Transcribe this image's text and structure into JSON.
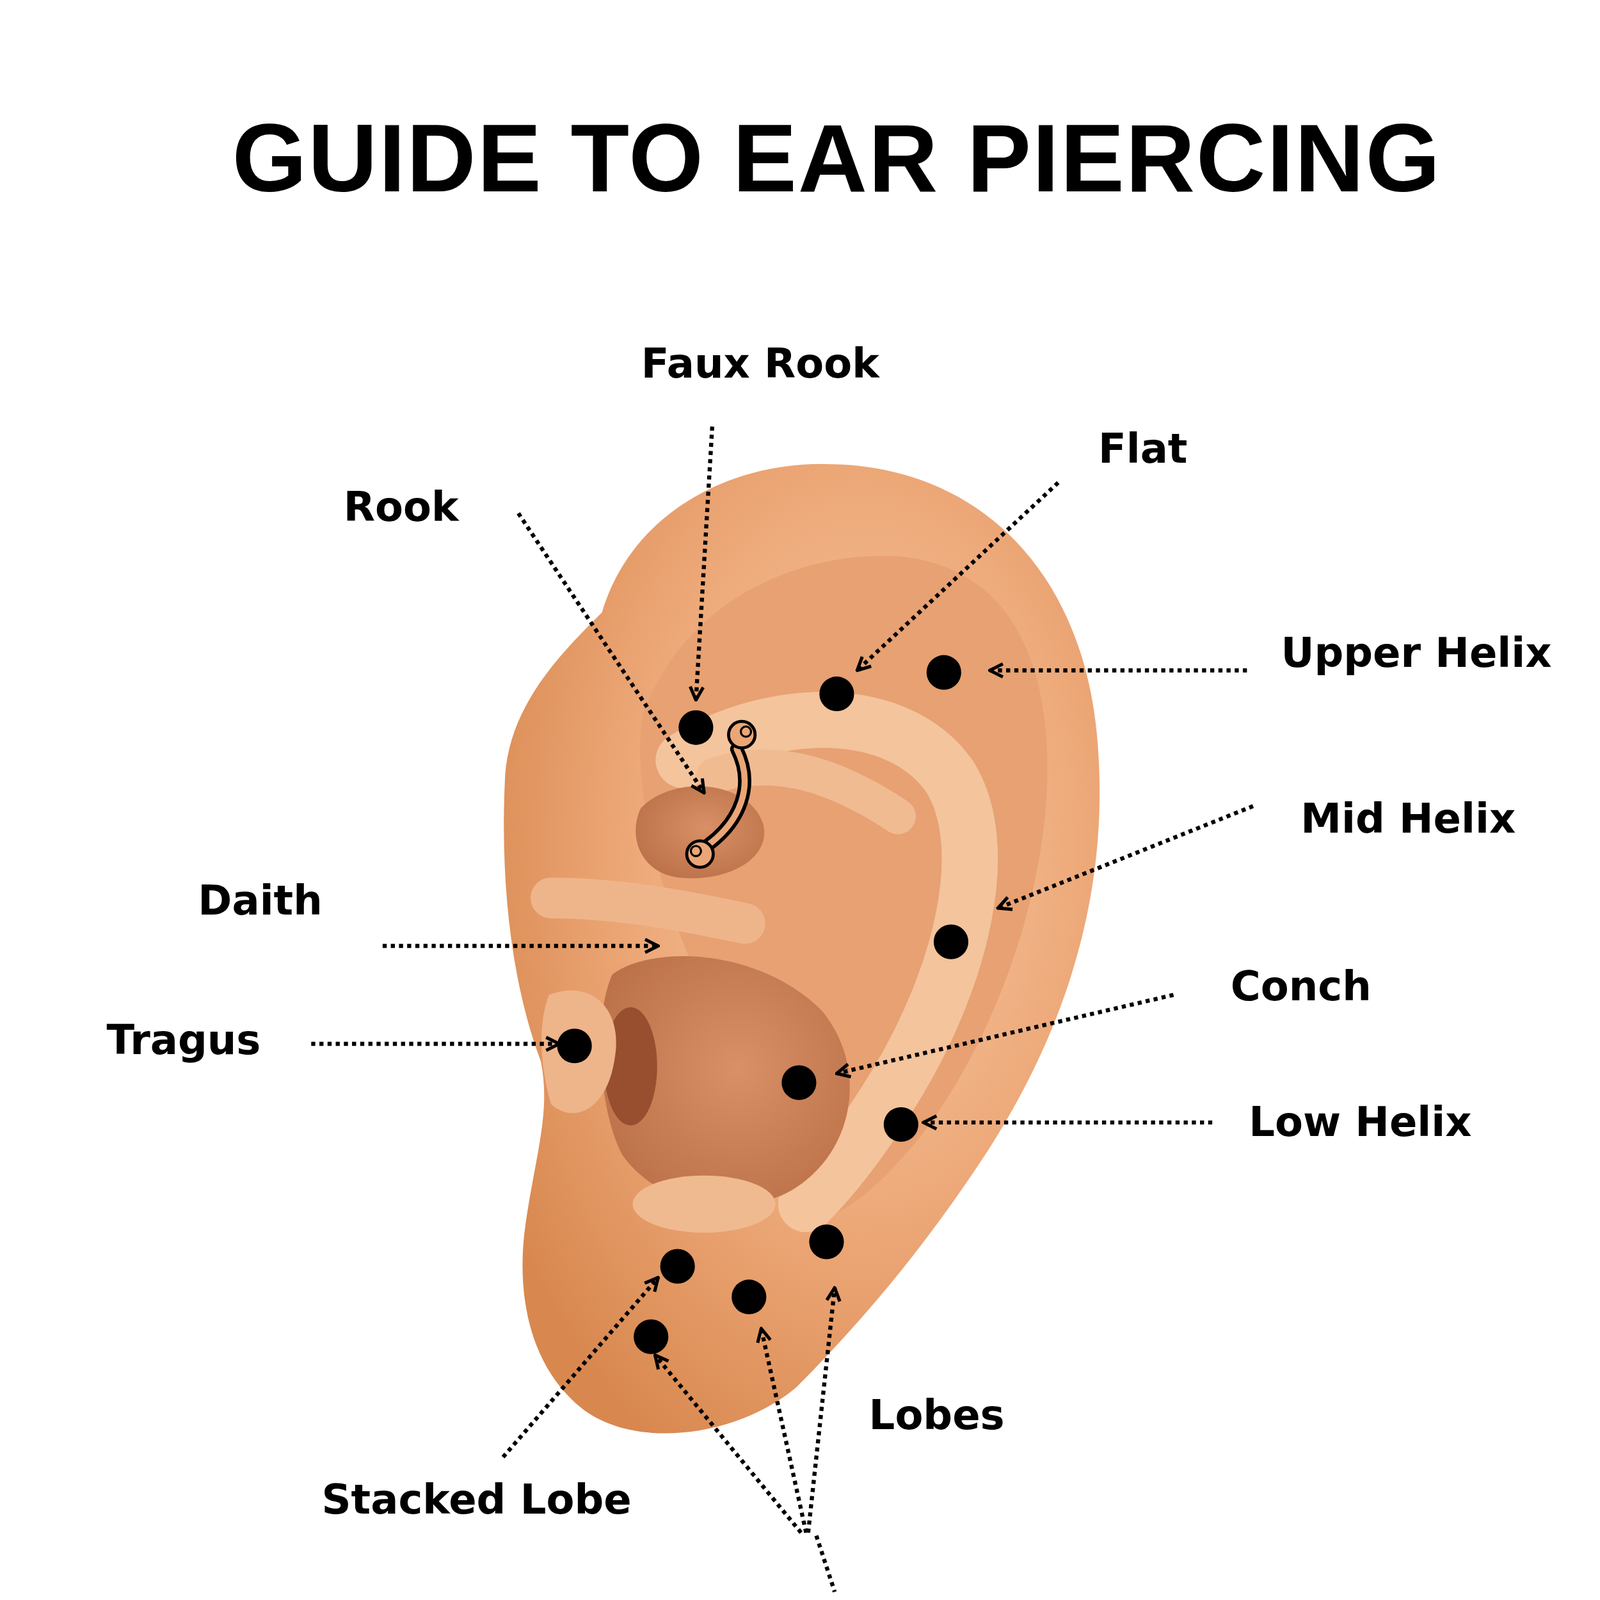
{
  "diagram": {
    "title": "GUIDE TO EAR PIERCING",
    "labels": [
      "Faux Rook",
      "Flat",
      "Rook",
      "Upper Helix",
      "Mid Helix",
      "Daith",
      "Conch",
      "Tragus",
      "Low Helix",
      "Lobes",
      "Stacked Lobe"
    ]
  }
}
